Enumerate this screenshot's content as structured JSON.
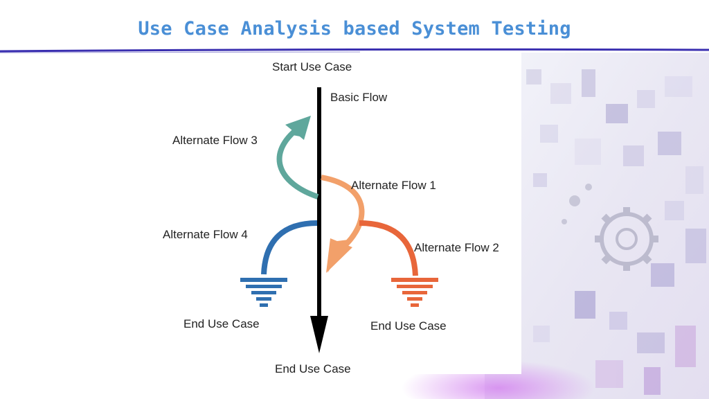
{
  "slide": {
    "title": "Use Case Analysis based System Testing"
  },
  "diagram": {
    "start_label": "Start Use Case",
    "basic_flow_label": "Basic Flow",
    "end_main_label": "End Use Case",
    "alt_flow_1": "Alternate Flow 1",
    "alt_flow_2": "Alternate Flow 2",
    "alt_flow_3": "Alternate Flow 3",
    "alt_flow_4": "Alternate Flow 4",
    "end_left_label": "End Use Case",
    "end_right_label": "End Use Case"
  },
  "colors": {
    "title": "#4a8fd6",
    "rule": "#3a2fb0",
    "alt1": "#f2a06a",
    "alt2": "#e8663a",
    "alt3": "#5fa79c",
    "alt4": "#2f6fb0",
    "main_arrow": "#000000"
  }
}
